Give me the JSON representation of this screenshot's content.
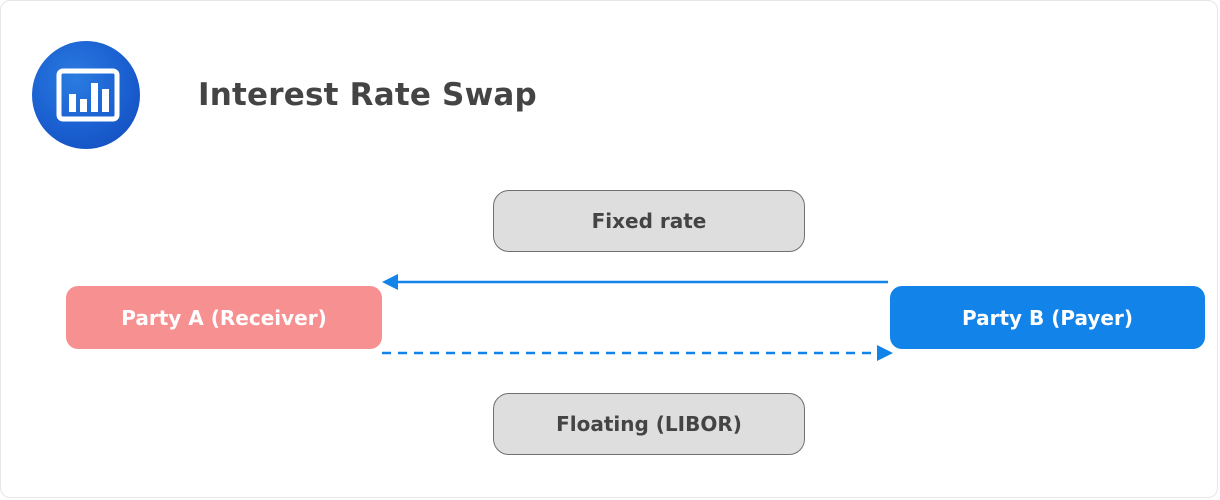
{
  "header": {
    "title": "Interest Rate Swap",
    "logo_icon": "bar-chart-icon",
    "logo_color": "#1a5fd0"
  },
  "diagram": {
    "fixed_label": "Fixed rate",
    "floating_label": "Floating (LIBOR)",
    "party_a": {
      "label": "Party A (Receiver)",
      "color": "#f79090"
    },
    "party_b": {
      "label": "Party B (Payer)",
      "color": "#1283e8"
    },
    "arrow_color": "#1283e8",
    "fixed_flow": {
      "from": "Party B",
      "to": "Party A",
      "style": "solid"
    },
    "floating_flow": {
      "from": "Party A",
      "to": "Party B",
      "style": "dashed"
    }
  }
}
